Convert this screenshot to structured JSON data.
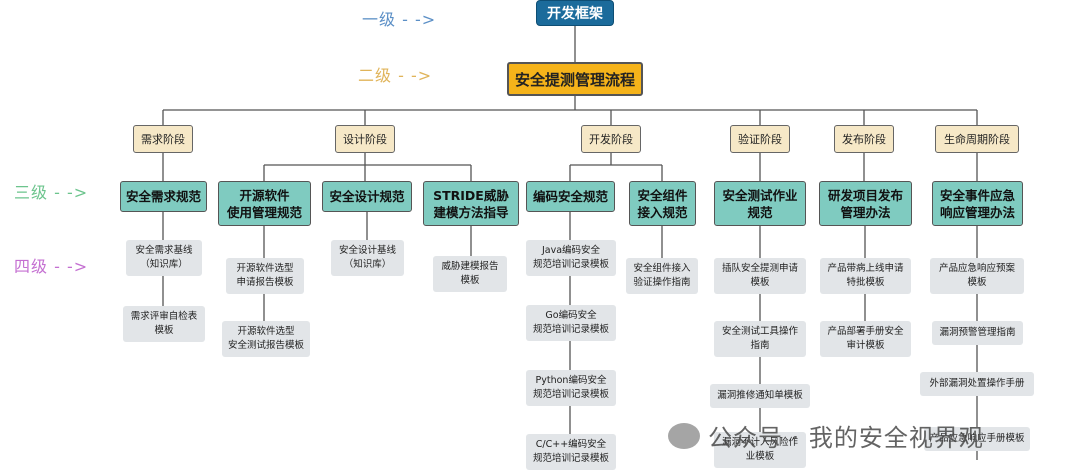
{
  "level_labels": [
    {
      "text": "一级 - ->",
      "color": "#5b8fc6"
    },
    {
      "text": "二级 - ->",
      "color": "#e0b45a"
    },
    {
      "text": "三级 - ->",
      "color": "#6cc48d"
    },
    {
      "text": "四级 - ->",
      "color": "#c46fd1"
    }
  ],
  "root": "开发框架",
  "process": "安全提测管理流程",
  "phases": [
    {
      "label": "需求阶段",
      "specs": [
        {
          "label": "安全需求规范",
          "docs": [
            "安全需求基线\n（知识库）",
            "需求评审自检表\n模板"
          ]
        }
      ]
    },
    {
      "label": "设计阶段",
      "specs": [
        {
          "label": "开源软件\n使用管理规范",
          "docs": [
            "开源软件选型\n申请报告模板",
            "开源软件选型\n安全测试报告模板"
          ]
        },
        {
          "label": "安全设计规范",
          "docs": [
            "安全设计基线\n（知识库）"
          ]
        },
        {
          "label": "STRIDE威胁\n建模方法指导",
          "docs": [
            "威胁建模报告\n模板"
          ]
        }
      ]
    },
    {
      "label": "开发阶段",
      "specs": [
        {
          "label": "编码安全规范",
          "docs": [
            "Java编码安全\n规范培训记录模板",
            "Go编码安全\n规范培训记录模板",
            "Python编码安全\n规范培训记录模板",
            "C/C++编码安全\n规范培训记录模板"
          ]
        },
        {
          "label": "安全组件\n接入规范",
          "docs": [
            "安全组件接入\n验证操作指南"
          ]
        }
      ]
    },
    {
      "label": "验证阶段",
      "specs": [
        {
          "label": "安全测试作业\n规范",
          "docs": [
            "插队安全提测申请\n模板",
            "安全测试工具操作\n指南",
            "漏洞推修通知单模板",
            "漏洞不计入风险作\n业模板"
          ]
        }
      ]
    },
    {
      "label": "发布阶段",
      "specs": [
        {
          "label": "研发项目发布\n管理办法",
          "docs": [
            "产品带病上线申请\n特批模板",
            "产品部署手册安全\n审计模板"
          ]
        }
      ]
    },
    {
      "label": "生命周期阶段",
      "specs": [
        {
          "label": "安全事件应急\n响应管理办法",
          "docs": [
            "产品应急响应预案\n模板",
            "漏洞预警管理指南",
            "外部漏洞处置操作手册",
            "产品应急响应手册模板"
          ]
        }
      ]
    }
  ],
  "watermark": "公众号 · 我的安全视界观",
  "colors": {
    "line": "#555555",
    "root": "#1b6b9b",
    "process": "#f5b31a",
    "phase": "#f6e8c7",
    "spec": "#7fcbc0",
    "doc": "#e2e5e8"
  }
}
